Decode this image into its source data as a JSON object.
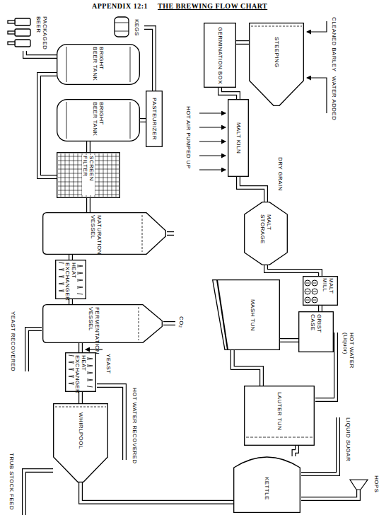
{
  "diagram": {
    "title": "THE BREWING FLOW CHART",
    "nodes": [
      {
        "text": [
          "STEEPING"
        ]
      },
      {
        "text": [
          "GERMINATION BOX"
        ]
      },
      {
        "text": [
          "MALT KILN"
        ]
      },
      {
        "text": [
          "MALT STORAGE"
        ]
      },
      {
        "text": [
          "MALT MILL"
        ]
      },
      {
        "text": [
          "GRIST CASE"
        ]
      },
      {
        "text": [
          "MASH TUN"
        ]
      },
      {
        "text": [
          "LAUTER TUN"
        ]
      },
      {
        "text": [
          "KETTLE"
        ]
      },
      {
        "text": [
          "WHIRLPOOL"
        ]
      },
      {
        "text": [
          "HEAT EXCHANGER"
        ]
      },
      {
        "text": [
          "FERMENTATION VESSEL"
        ]
      },
      {
        "text": [
          "HEAT EXCHANGER"
        ]
      },
      {
        "text": [
          "MATURATION VESSEL"
        ]
      },
      {
        "text": [
          "SCREEN FILTER"
        ]
      },
      {
        "text": [
          "BRIGHT BEER TANK"
        ]
      },
      {
        "text": [
          "BRIGHT BEER TANK"
        ]
      },
      {
        "text": [
          "PASTEURIZER"
        ]
      },
      {
        "text": [
          "KEGS"
        ]
      },
      {
        "text": [
          "PACKAGED BEER"
        ]
      }
    ],
    "edges": [
      {
        "from": 0,
        "to": 1,
        "arrow": "none"
      },
      {
        "from": 1,
        "to": 2,
        "arrow": "none"
      },
      {
        "from": 2,
        "to": 3,
        "arrow": "none"
      },
      {
        "from": 3,
        "to": 4,
        "arrow": "none"
      },
      {
        "from": 4,
        "to": 5,
        "arrow": "none"
      },
      {
        "from": 5,
        "to": 6,
        "arrow": "none"
      },
      {
        "from": 6,
        "to": 7,
        "arrow": "none"
      },
      {
        "from": 7,
        "to": 8,
        "arrow": "none"
      },
      {
        "from": 8,
        "to": 9,
        "arrow": "none"
      },
      {
        "from": 9,
        "to": 10,
        "arrow": "none"
      },
      {
        "from": 10,
        "to": 11,
        "arrow": "none"
      },
      {
        "from": 11,
        "to": 12,
        "arrow": "none"
      },
      {
        "from": 12,
        "to": 13,
        "arrow": "none"
      },
      {
        "from": 13,
        "to": 14,
        "arrow": "none"
      },
      {
        "from": 14,
        "to": 15,
        "arrow": "none"
      },
      {
        "from": 14,
        "to": 16,
        "arrow": "none"
      },
      {
        "from": 15,
        "to": 17,
        "arrow": "none"
      },
      {
        "from": 17,
        "to": 18,
        "arrow": "none"
      },
      {
        "from": 16,
        "to": 19,
        "arrow": "none"
      }
    ],
    "labels": [
      "APPENDIX 12:1",
      "CLEANED BARLEY",
      "WATER ADDED",
      "HOT AIR PUMPED UP",
      "DRY GRAIN",
      "HOT WATER (Liquor)",
      "LIQUID SUGAR",
      "HOPS",
      "TRUB STOCK FEED",
      "HOT WATER RECOVERED",
      "YEAST",
      "YEAST RECOVERED",
      "CO₂"
    ]
  }
}
